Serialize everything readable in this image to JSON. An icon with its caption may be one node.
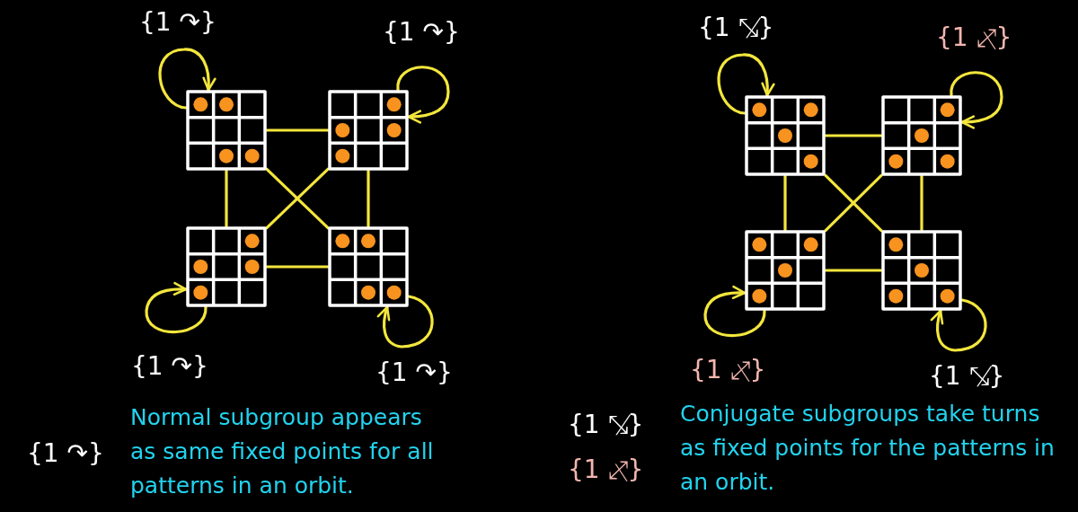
{
  "diagram": {
    "nodes": [
      {
        "text": [],
        "shape": "grid"
      },
      {
        "text": [],
        "shape": "grid"
      },
      {
        "text": [],
        "shape": "grid"
      },
      {
        "text": [],
        "shape": "grid"
      },
      {
        "text": [],
        "shape": "grid"
      },
      {
        "text": [],
        "shape": "grid"
      },
      {
        "text": [],
        "shape": "grid"
      },
      {
        "text": [],
        "shape": "grid"
      }
    ],
    "edges": [
      {
        "from": 0,
        "to": 0,
        "arrow": "to",
        "label": "{1 ↷}"
      },
      {
        "from": 1,
        "to": 1,
        "arrow": "to",
        "label": "{1 ↷}"
      },
      {
        "from": 2,
        "to": 2,
        "arrow": "to",
        "label": "{1 ↷}"
      },
      {
        "from": 3,
        "to": 3,
        "arrow": "to",
        "label": "{1 ↷}"
      },
      {
        "from": 0,
        "to": 1,
        "arrow": "none"
      },
      {
        "from": 0,
        "to": 2,
        "arrow": "none"
      },
      {
        "from": 0,
        "to": 3,
        "arrow": "none"
      },
      {
        "from": 1,
        "to": 2,
        "arrow": "none"
      },
      {
        "from": 1,
        "to": 3,
        "arrow": "none"
      },
      {
        "from": 2,
        "to": 3,
        "arrow": "none"
      },
      {
        "from": 4,
        "to": 4,
        "arrow": "to",
        "label": "{1 ⤡̸}"
      },
      {
        "from": 5,
        "to": 5,
        "arrow": "to",
        "label": "{1 ⤢⃥}"
      },
      {
        "from": 6,
        "to": 6,
        "arrow": "to",
        "label": "{1 ⤢⃥}"
      },
      {
        "from": 7,
        "to": 7,
        "arrow": "to",
        "label": "{1 ⤡̸}"
      },
      {
        "from": 4,
        "to": 5,
        "arrow": "none"
      },
      {
        "from": 4,
        "to": 6,
        "arrow": "none"
      },
      {
        "from": 4,
        "to": 7,
        "arrow": "none"
      },
      {
        "from": 5,
        "to": 6,
        "arrow": "none"
      },
      {
        "from": 5,
        "to": 7,
        "arrow": "none"
      },
      {
        "from": 6,
        "to": 7,
        "arrow": "none"
      }
    ],
    "labels": [
      "{1 ↷}",
      "Normal subgroup appears as same fixed points for all patterns in an orbit.",
      "{1 ⤡̸}",
      "{1 ⤢⃥}",
      "Conjugate subgroups take turns as fixed points for the patterns in an orbit."
    ]
  }
}
